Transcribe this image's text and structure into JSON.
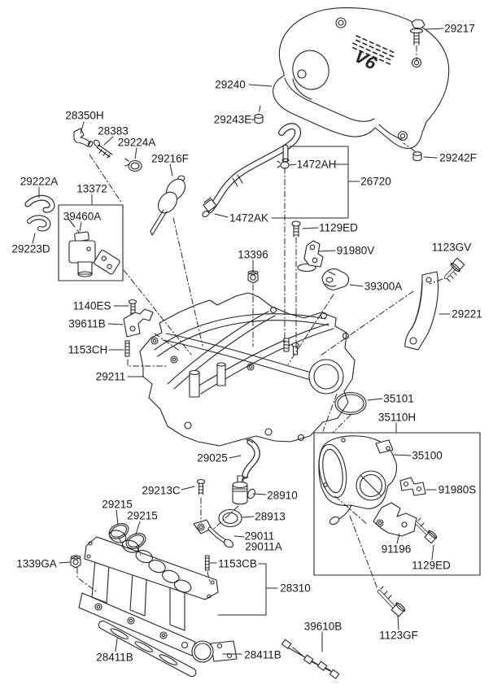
{
  "diagram": {
    "cover_badge": "V6"
  },
  "parts": [
    {
      "number": "29217"
    },
    {
      "number": "29240"
    },
    {
      "number": "29243E"
    },
    {
      "number": "29242F"
    },
    {
      "number": "28350H"
    },
    {
      "number": "28383"
    },
    {
      "number": "29224A"
    },
    {
      "number": "29216F"
    },
    {
      "number": "29222A"
    },
    {
      "number": "13372"
    },
    {
      "number": "39460A"
    },
    {
      "number": "29223D"
    },
    {
      "number": "1472AH"
    },
    {
      "number": "26720"
    },
    {
      "number": "1472AK"
    },
    {
      "number": "1129ED"
    },
    {
      "number": "91980V"
    },
    {
      "number": "13396"
    },
    {
      "number": "1123GV"
    },
    {
      "number": "39300A"
    },
    {
      "number": "29221"
    },
    {
      "number": "1140ES"
    },
    {
      "number": "39611B"
    },
    {
      "number": "1153CH"
    },
    {
      "number": "29211"
    },
    {
      "number": "35101"
    },
    {
      "number": "35110H"
    },
    {
      "number": "35100"
    },
    {
      "number": "91980S"
    },
    {
      "number": "29025"
    },
    {
      "number": "29213C"
    },
    {
      "number": "28910"
    },
    {
      "number": "28913"
    },
    {
      "number": "29011"
    },
    {
      "number": "29011A"
    },
    {
      "number": "29215"
    },
    {
      "number": "29215"
    },
    {
      "number": "91196"
    },
    {
      "number": "1129ED"
    },
    {
      "number": "1339GA"
    },
    {
      "number": "1153CB"
    },
    {
      "number": "28310"
    },
    {
      "number": "39610B"
    },
    {
      "number": "1123GF"
    },
    {
      "number": "28411B"
    },
    {
      "number": "28411B"
    }
  ]
}
